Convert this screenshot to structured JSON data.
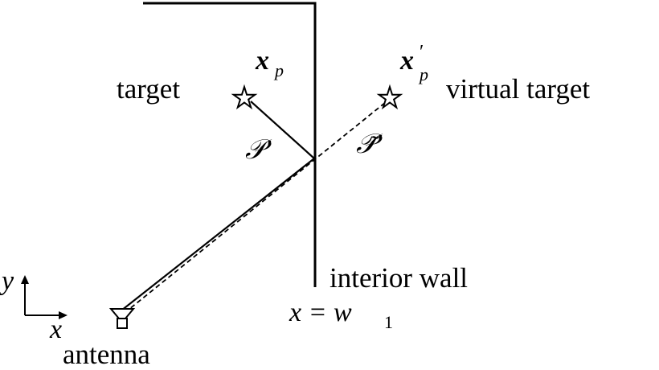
{
  "labels": {
    "target": "target",
    "virtual_target": "virtual target",
    "interior_wall": "interior wall",
    "antenna": "antenna",
    "wall_position": "x = w",
    "wall_position_sub": "1",
    "x_p": "x",
    "x_p_sub": "p",
    "x_p_prime": "x",
    "x_p_prime_sup": "′",
    "x_p_prime_sub": "p",
    "path_real": "𝒫′",
    "path_virtual": "𝒫̃′",
    "axis_y": "y",
    "axis_x": "x"
  }
}
